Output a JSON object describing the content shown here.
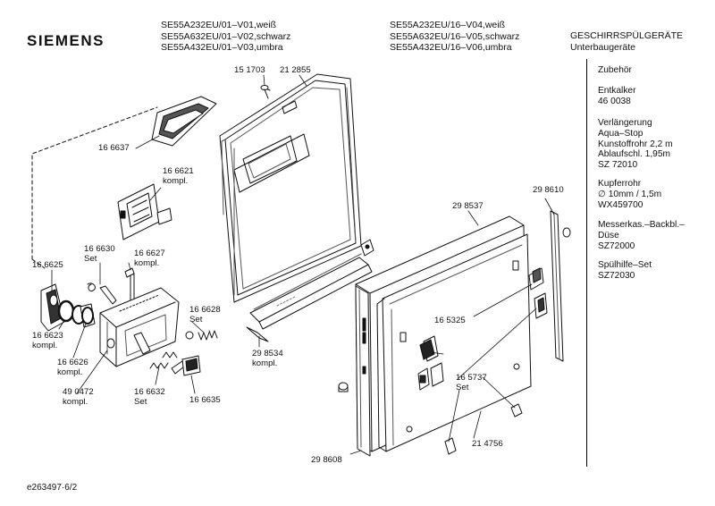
{
  "header": {
    "brand": "SIEMENS",
    "models_left": [
      "SE55A232EU/01–V01,weiß",
      "SE55A632EU/01–V02,schwarz",
      "SE55A432EU/01–V03,umbra"
    ],
    "models_right": [
      "SE55A232EU/16–V04,weiß",
      "SE55A632EU/16–V05,schwarz",
      "SE55A432EU/16–V06,umbra"
    ],
    "category": [
      "GESCHIRRSPÜLGERÄTE",
      "Unterbaugeräte"
    ]
  },
  "sidebar": {
    "blocks": [
      [
        "Zubehör"
      ],
      [
        "Entkalker",
        "46 0038"
      ],
      [
        "Verlängerung",
        "Aqua–Stop",
        "Kunstoffrohr 2,2 m",
        "Ablaufschl. 1,95m",
        "SZ 72010"
      ],
      [
        "Kupferrohr",
        "∅ 10mm / 1,5m",
        "WX459700"
      ],
      [
        "Messerkas.–Backbl.–",
        "Düse",
        "SZ72000"
      ],
      [
        "Spülhilfe–Set",
        "SZ72030"
      ]
    ]
  },
  "parts": {
    "p151703": [
      "15 1703"
    ],
    "p212855": [
      "21 2855"
    ],
    "p166637": [
      "16 6637"
    ],
    "p166621": [
      "16 6621",
      "kompl."
    ],
    "p166630": [
      "16 6630",
      "Set"
    ],
    "p166627": [
      "16 6627",
      "kompl."
    ],
    "p166625": [
      "16 6625"
    ],
    "p166623": [
      "16 6623",
      "kompl."
    ],
    "p166626": [
      "16 6626",
      "kompl."
    ],
    "p490472": [
      "49 0472",
      "kompl."
    ],
    "p166628": [
      "16 6628",
      "Set"
    ],
    "p166632": [
      "16 6632",
      "Set"
    ],
    "p166635": [
      "16 6635"
    ],
    "p298534": [
      "29 8534",
      "kompl."
    ],
    "p298537": [
      "29 8537"
    ],
    "p298610": [
      "29 8610"
    ],
    "p165325": [
      "16 5325"
    ],
    "p165737": [
      "16 5737",
      "Set"
    ],
    "p214756": [
      "21 4756"
    ],
    "p298608": [
      "29 8608"
    ]
  },
  "footer": {
    "doc_id": "e263497·6/2"
  }
}
